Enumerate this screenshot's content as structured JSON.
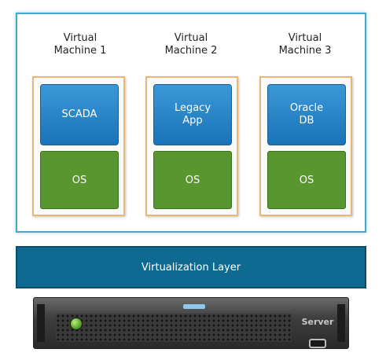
{
  "virtual_machines": [
    {
      "title": "Virtual\nMachine 1",
      "app": "SCADA",
      "os": "OS"
    },
    {
      "title": "Virtual\nMachine 2",
      "app": "Legacy\nApp",
      "os": "OS"
    },
    {
      "title": "Virtual\nMachine 3",
      "app": "Oracle\nDB",
      "os": "OS"
    }
  ],
  "virtualization_layer": {
    "label": "Virtualization Layer"
  },
  "server": {
    "label": "Server"
  },
  "colors": {
    "frame_border": "#43a8cf",
    "vm_border": "#e8b870",
    "app_block": "#1a73b8",
    "os_block": "#5a9630",
    "virtualization_layer": "#0f6a92",
    "server_body": "#3e3e3e",
    "server_led": "#5aa32a"
  }
}
